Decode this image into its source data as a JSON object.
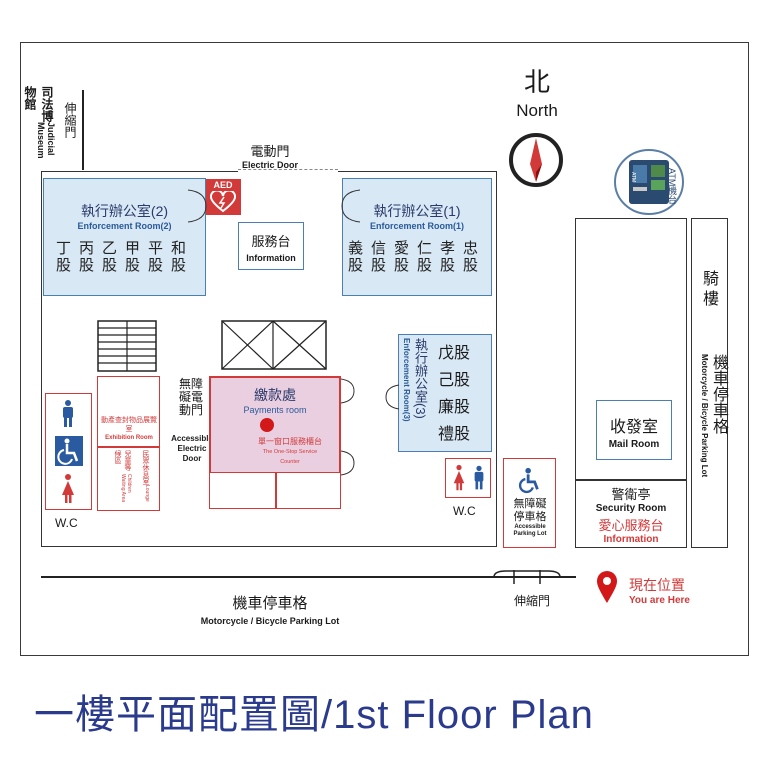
{
  "north": {
    "zh": "北",
    "en": "North"
  },
  "judicial_museum": {
    "zh": "司法博物館",
    "en": "Judicial Museum"
  },
  "gate_top": {
    "zh": "伸縮門"
  },
  "electric_door": {
    "zh": "電動門",
    "en": "Electric Door"
  },
  "aed": {
    "label": "AED"
  },
  "room2": {
    "zh": "執行辦公室(2)",
    "en": "Enforcement Room(2)",
    "units": [
      "丁股",
      "丙股",
      "乙股",
      "甲股",
      "平股",
      "和股"
    ]
  },
  "room1": {
    "zh": "執行辦公室(1)",
    "en": "Enforcement Room(1)",
    "units": [
      "義股",
      "信股",
      "愛股",
      "仁股",
      "孝股",
      "忠股"
    ]
  },
  "info_desk": {
    "zh": "服務台",
    "en": "Information"
  },
  "atm": {
    "label": "ATM",
    "zh": "ATM機台"
  },
  "arcade": {
    "zh": "騎樓"
  },
  "scooter_right": {
    "zh": "機車停車格",
    "en": "Motorcycle / Bicycle Parking Lot"
  },
  "payments": {
    "zh": "繳款處",
    "en": "Payments room",
    "counter_zh": "單一窗口服務櫃台",
    "counter_en": "The One-Stop Service Counter"
  },
  "accessible_door": {
    "zh": "無障礙電動門",
    "en": "Accessible Electric Door"
  },
  "room3": {
    "zh": "執行辦公室(3)",
    "en": "Enforcement Room(3)",
    "units": [
      "戊股",
      "己股",
      "廉股",
      "禮股"
    ]
  },
  "exhibition": {
    "zh": "動產查封物品展覽室",
    "en": "Exhibition Room"
  },
  "lounge": {
    "zh": "民眾休息室",
    "en": "Lounge"
  },
  "childcare": {
    "zh": "兒童等候區",
    "en": "Children Waiting Area"
  },
  "wc_left": "W.C",
  "wc_right": "W.C",
  "accessible_parking": {
    "zh": "無障礙停車格",
    "en": "Accessible Parking Lot"
  },
  "mail_room": {
    "zh": "收發室",
    "en": "Mail Room"
  },
  "security": {
    "zh": "警衛亭",
    "en": "Security Room"
  },
  "love_desk": {
    "zh": "愛心服務台",
    "en": "Information"
  },
  "scooter_bottom": {
    "zh": "機車停車格",
    "en": "Motorcycle / Bicycle Parking Lot"
  },
  "gate_bottom": {
    "zh": "伸縮門"
  },
  "here": {
    "zh": "現在位置",
    "en": "You are Here"
  },
  "title": "一樓平面配置圖/1st Floor Plan",
  "colors": {
    "blue_room": "#d8e8f5",
    "pink_room": "#eacfe0",
    "red": "#d23a3a",
    "title_blue": "#2a3a8c"
  }
}
